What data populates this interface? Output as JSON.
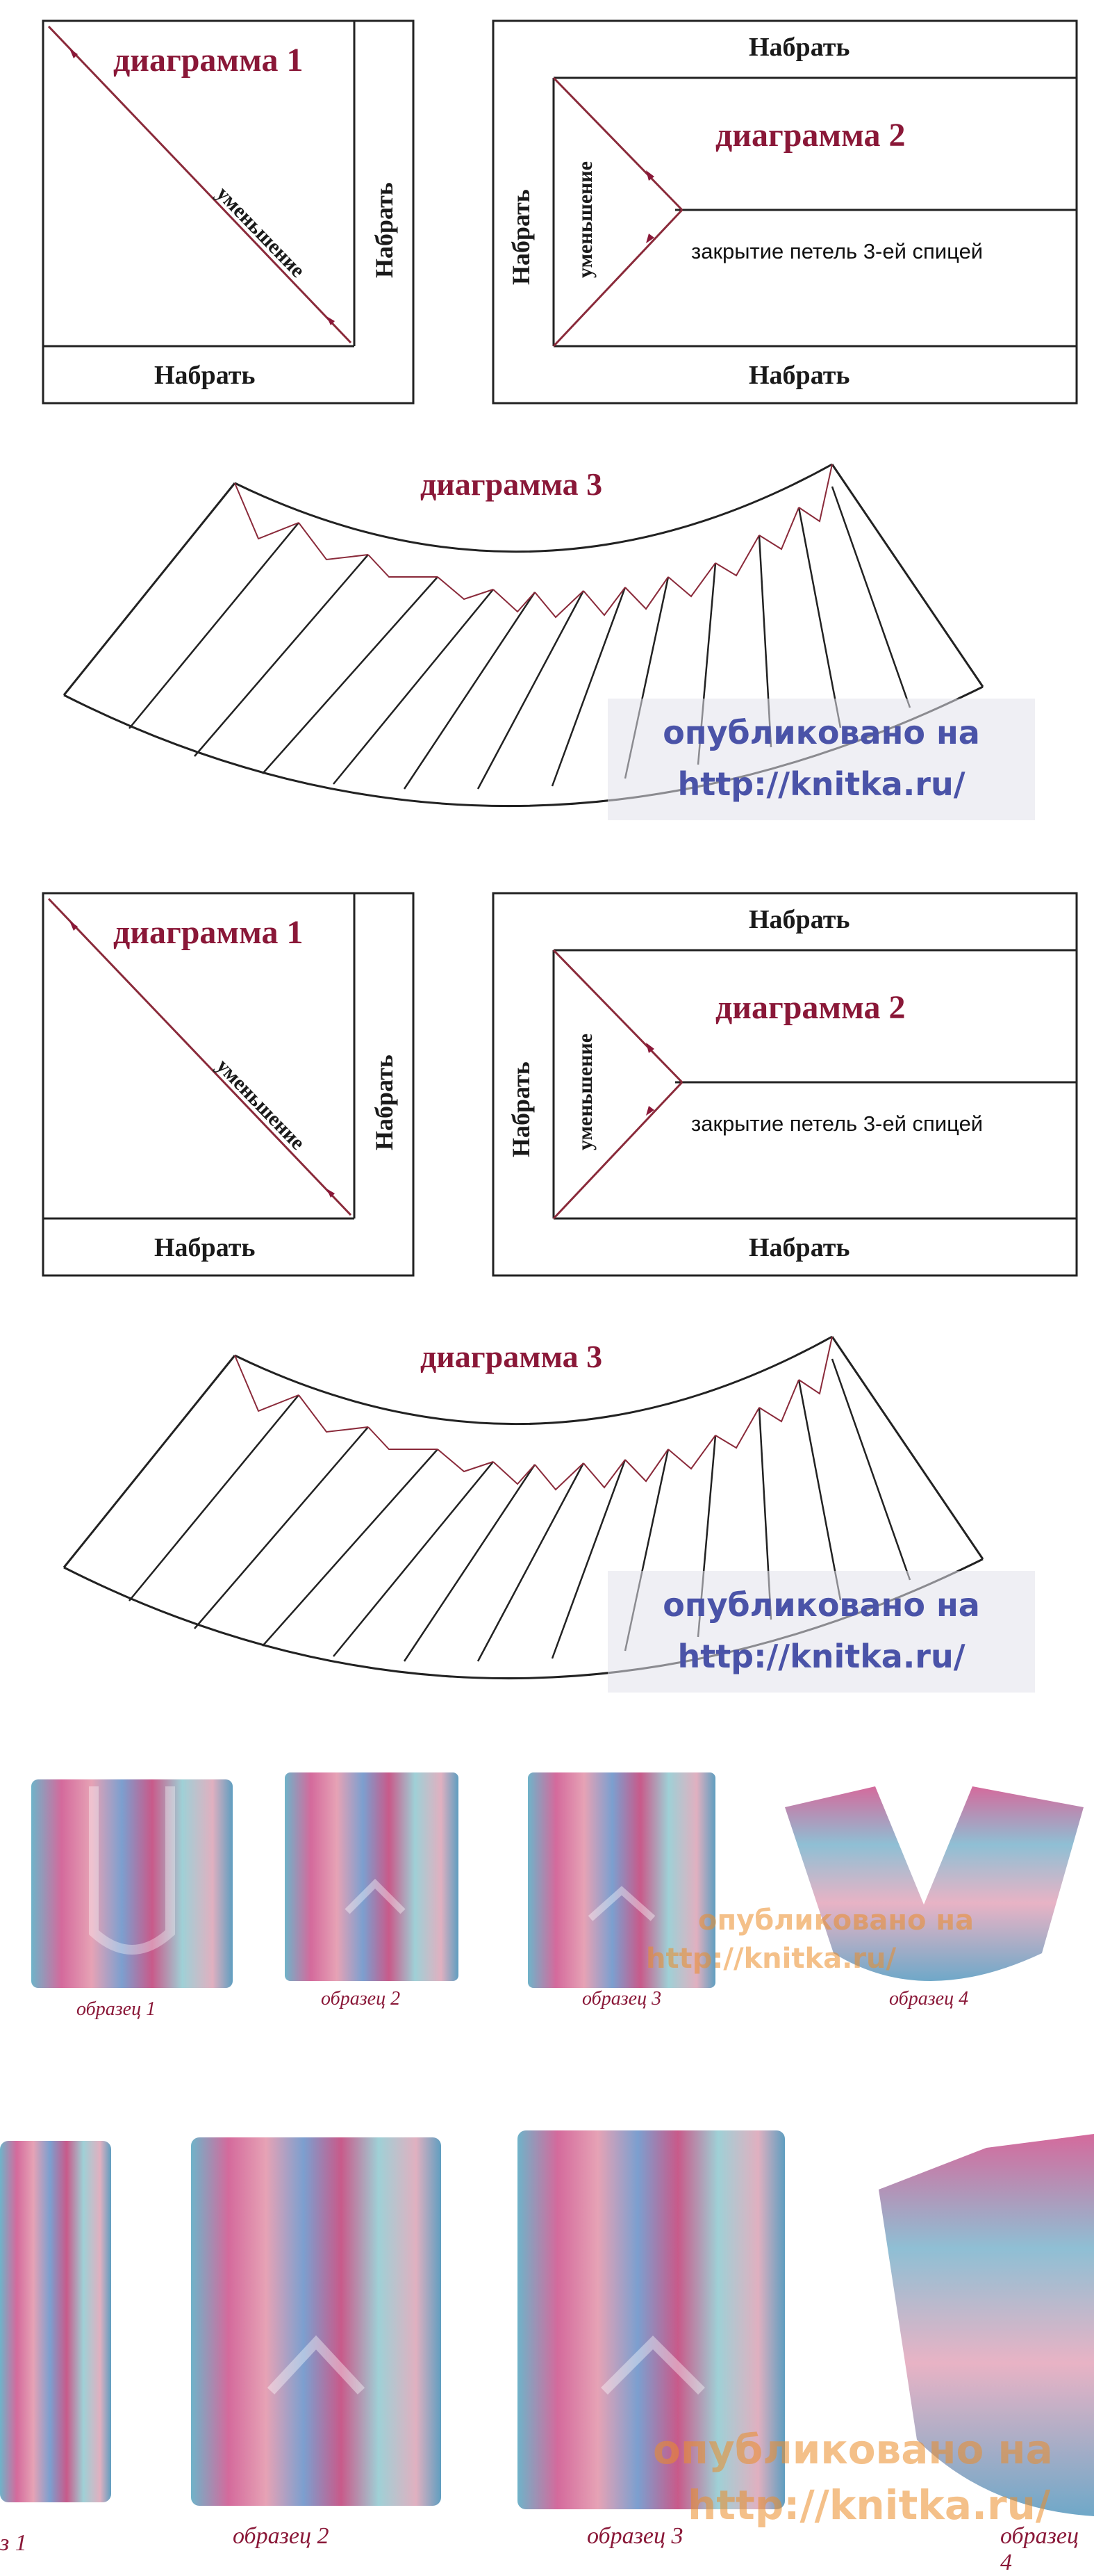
{
  "diagrams": {
    "d1_title": "диаграмма 1",
    "d1_diagonal": "уменьшение",
    "d1_right": "Набрать",
    "d1_bottom": "Набрать",
    "d2_top": "Набрать",
    "d2_title": "диаграмма 2",
    "d2_left_outer": "Набрать",
    "d2_left_inner": "уменьшение",
    "d2_mid": "закрытие петель 3-ей спицей",
    "d2_bottom": "Набрать",
    "d3_title": "диаграмма 3"
  },
  "watermark": {
    "line1": "опубликовано на",
    "line2": "http://knitka.ru/"
  },
  "photos": {
    "row1_captions": [
      "образец 1",
      "образец 2",
      "образец 3",
      "образец 4"
    ],
    "row2_captions": [
      "з 1",
      "образец 2",
      "образец 3",
      "образец 4"
    ],
    "overlay_text_1": "опубликовано на",
    "overlay_text_2": "http://knitka.ru/"
  },
  "colors": {
    "diagram_line": "#222222",
    "title_red": "#8a1838",
    "accent_line": "#8a2a3a",
    "watermark_blue": "#4a53a8"
  }
}
